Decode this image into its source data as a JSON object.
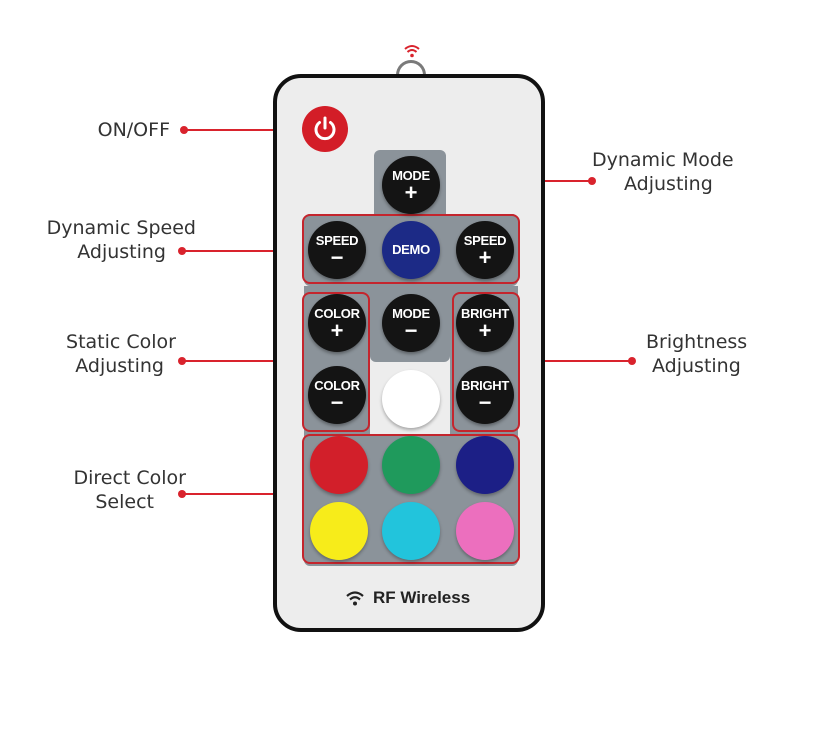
{
  "labels": {
    "on_off": "ON/OFF",
    "dynamic_mode": [
      "Dynamic  Mode",
      "Adjusting"
    ],
    "dynamic_speed": [
      "Dynamic  Speed",
      "Adjusting"
    ],
    "static_color": [
      "Static  Color",
      "Adjusting"
    ],
    "brightness": [
      "Brightness",
      "Adjusting"
    ],
    "direct_color": [
      "Direct Color",
      "Select"
    ]
  },
  "buttons": {
    "mode_plus": {
      "label": "MODE",
      "sign": "+"
    },
    "speed_minus": {
      "label": "SPEED",
      "sign": "−"
    },
    "demo": {
      "label": "DEMO"
    },
    "speed_plus": {
      "label": "SPEED",
      "sign": "+"
    },
    "color_plus": {
      "label": "COLOR",
      "sign": "+"
    },
    "mode_minus": {
      "label": "MODE",
      "sign": "−"
    },
    "bright_plus": {
      "label": "BRIGHT",
      "sign": "+"
    },
    "color_minus": {
      "label": "COLOR",
      "sign": "−"
    },
    "bright_minus": {
      "label": "BRIGHT",
      "sign": "−"
    }
  },
  "colors": {
    "accent": "#d9232d",
    "power": "#d31d27",
    "white": "#ffffff",
    "red": "#d21f2a",
    "green": "#1f9a5c",
    "blue": "#1c1f86",
    "yellow": "#f7ec1a",
    "cyan": "#22c4dc",
    "pink": "#ec6fbe"
  },
  "brand": {
    "text": "RF Wireless",
    "icon": "wifi-icon"
  }
}
